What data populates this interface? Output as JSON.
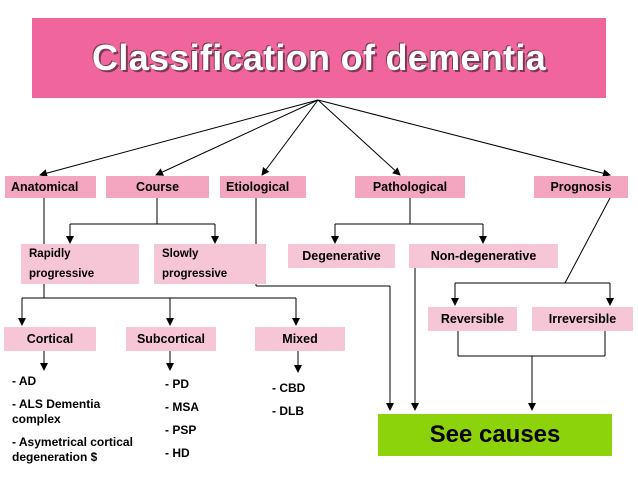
{
  "title": "Classification of dementia",
  "level1": {
    "anatomical": "Anatomical",
    "course": "Course",
    "etiological": "Etiological",
    "pathological": "Pathological",
    "prognosis": "Prognosis"
  },
  "course": {
    "rapidly_line1": "Rapidly",
    "rapidly_line2": "progressive",
    "slowly_line1": "Slowly",
    "slowly_line2": "progressive"
  },
  "pathological": {
    "degenerative": "Degenerative",
    "non_degenerative": "Non-degenerative"
  },
  "prognosis": {
    "reversible": "Reversible",
    "irreversible": "Irreversible"
  },
  "anatomical": {
    "cortical": "Cortical",
    "subcortical": "Subcortical",
    "mixed": "Mixed"
  },
  "cortical_list": [
    "- AD",
    "- ALS Dementia complex",
    "- Asymetrical cortical degeneration $"
  ],
  "subcortical_list": [
    "- PD",
    "- MSA",
    "- PSP",
    "- HD"
  ],
  "mixed_list": [
    "- CBD",
    "- DLB"
  ],
  "see_causes": "See causes",
  "colors": {
    "title_bg": "#f0669c",
    "node_bg": "#f4a6c1",
    "see_causes_bg": "#8dd30b"
  }
}
